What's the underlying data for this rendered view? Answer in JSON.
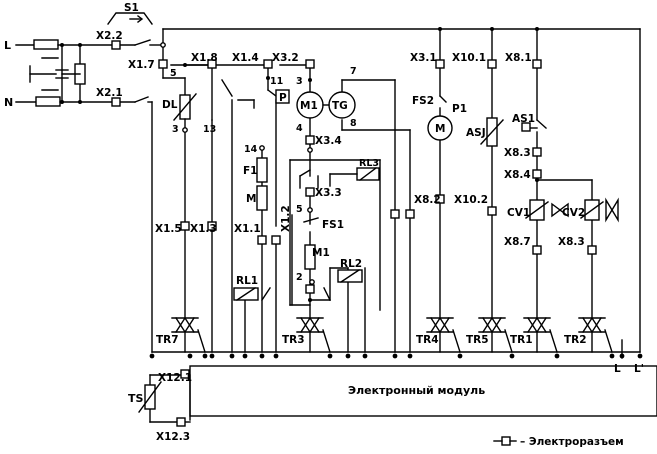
{
  "switch_label": "S1",
  "mains": {
    "L": "L",
    "N": "N"
  },
  "connectors": {
    "x2_2": "X2.2",
    "x2_1": "X2.1",
    "x1_7": "X1.7",
    "x1_8": "X1.8",
    "x1_4": "X1.4",
    "x3_2": "X3.2",
    "x3_1": "X3.1",
    "x10_1": "X10.1",
    "x8_1": "X8.1",
    "x3_4": "X3.4",
    "x3_3": "X3.3",
    "x8_3a": "X8.3",
    "x8_4": "X8.4",
    "x1_5": "X1.5",
    "x1_3": "X1.3",
    "x1_1": "X1.1",
    "x1_2": "X1.2",
    "x8_2": "X8.2",
    "x10_2": "X10.2",
    "x8_7": "X8.7",
    "x8_3b": "X8.3",
    "x12_1": "X12.1",
    "x12_3": "X12.3"
  },
  "wire_numbers": {
    "n5": "5",
    "n11": "11",
    "n3a": "3",
    "n7": "7",
    "n4": "4",
    "n8": "8",
    "n3b": "3",
    "n13": "13",
    "n14": "14",
    "n5b": "5",
    "n2": "2"
  },
  "components": {
    "dl": "DL",
    "p": "P",
    "m1": "M1",
    "tg": "TG",
    "fs2": "FS2",
    "p1": "P1",
    "motor": "M",
    "asj": "ASJ",
    "as1": "AS1",
    "f1": "F1",
    "m": "M",
    "rl3": "RL3",
    "fs1": "FS1",
    "m1b": "M1",
    "rl2": "RL2",
    "rl1": "RL1",
    "cv1": "CV1",
    "cv2": "CV2",
    "ts": "TS"
  },
  "triacs": {
    "tr7": "TR7",
    "tr3": "TR3",
    "tr4": "TR4",
    "tr5": "TR5",
    "tr1": "TR1",
    "tr2": "TR2"
  },
  "module_title": "Электронный модуль",
  "rails": {
    "l": "L",
    "l2": "L'"
  },
  "legend": "– Электроразъем"
}
